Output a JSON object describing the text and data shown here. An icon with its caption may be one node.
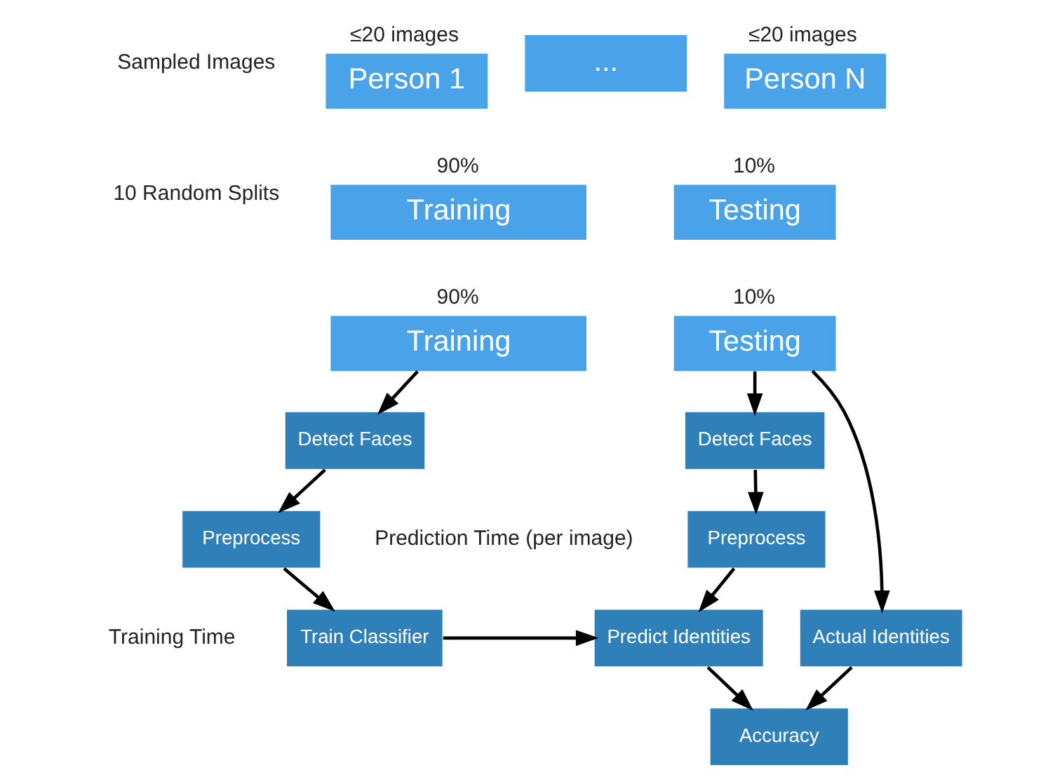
{
  "diagram": {
    "nodes": [
      {
        "text": [
          "Person 1"
        ],
        "beside": [
          "≤20 images"
        ]
      },
      {
        "text": [
          "..."
        ]
      },
      {
        "text": [
          "Person N"
        ],
        "beside": [
          "≤20 images"
        ]
      },
      {
        "text": [
          "Training"
        ],
        "beside": [
          "90%"
        ]
      },
      {
        "text": [
          "Testing"
        ],
        "beside": [
          "10%"
        ]
      },
      {
        "text": [
          "Training"
        ],
        "beside": [
          "90%"
        ]
      },
      {
        "text": [
          "Testing"
        ],
        "beside": [
          "10%"
        ]
      },
      {
        "text": [
          "Detect Faces"
        ]
      },
      {
        "text": [
          "Preprocess"
        ]
      },
      {
        "text": [
          "Train Classifier"
        ]
      },
      {
        "text": [
          "Detect Faces"
        ]
      },
      {
        "text": [
          "Preprocess"
        ]
      },
      {
        "text": [
          "Predict Identities"
        ]
      },
      {
        "text": [
          "Actual Identities"
        ]
      },
      {
        "text": [
          "Accuracy"
        ]
      }
    ],
    "edges": [
      {
        "from": 5,
        "to": 7,
        "arrow": "to"
      },
      {
        "from": 7,
        "to": 8,
        "arrow": "to"
      },
      {
        "from": 8,
        "to": 9,
        "arrow": "to"
      },
      {
        "from": 9,
        "to": 12,
        "arrow": "to"
      },
      {
        "from": 6,
        "to": 10,
        "arrow": "to"
      },
      {
        "from": 10,
        "to": 11,
        "arrow": "to"
      },
      {
        "from": 11,
        "to": 12,
        "arrow": "to"
      },
      {
        "from": 6,
        "to": 13,
        "arrow": "to"
      },
      {
        "from": 12,
        "to": 14,
        "arrow": "to"
      },
      {
        "from": 13,
        "to": 14,
        "arrow": "to"
      }
    ],
    "labels": [
      "Sampled Images",
      "10 Random Splits",
      "Training Time",
      "Prediction Time (per image)"
    ]
  }
}
